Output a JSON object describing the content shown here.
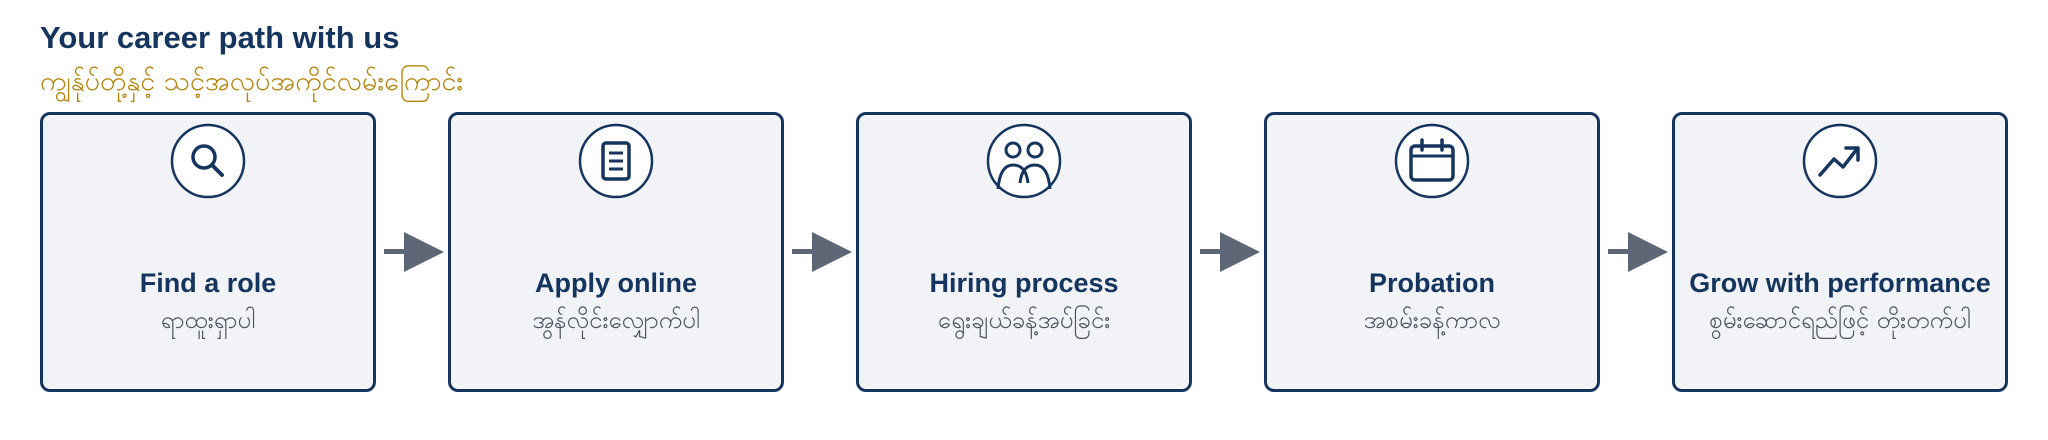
{
  "header": {
    "title": "Your career path with us",
    "subtitle": "ကျွန်ုပ်တို့နှင့် သင့်အလုပ်အကိုင်လမ်းကြောင်း"
  },
  "colors": {
    "primary": "#16355e",
    "accent": "#b5860f",
    "card_background": "#f1f3f7",
    "arrow": "#5c6675",
    "sublabel": "#4d5661"
  },
  "steps": [
    {
      "icon": "search-icon",
      "label": "Find a role",
      "sublabel": "ရာထူးရှာပါ"
    },
    {
      "icon": "document-icon",
      "label": "Apply online",
      "sublabel": "အွန်လိုင်းလျှောက်ပါ"
    },
    {
      "icon": "people-icon",
      "label": "Hiring process",
      "sublabel": "ရွေးချယ်ခန့်အပ်ခြင်း"
    },
    {
      "icon": "calendar-icon",
      "label": "Probation",
      "sublabel": "အစမ်းခန့်ကာလ"
    },
    {
      "icon": "trending-up-icon",
      "label": "Grow with performance",
      "sublabel": "စွမ်းဆောင်ရည်ဖြင့် တိုးတက်ပါ"
    }
  ]
}
